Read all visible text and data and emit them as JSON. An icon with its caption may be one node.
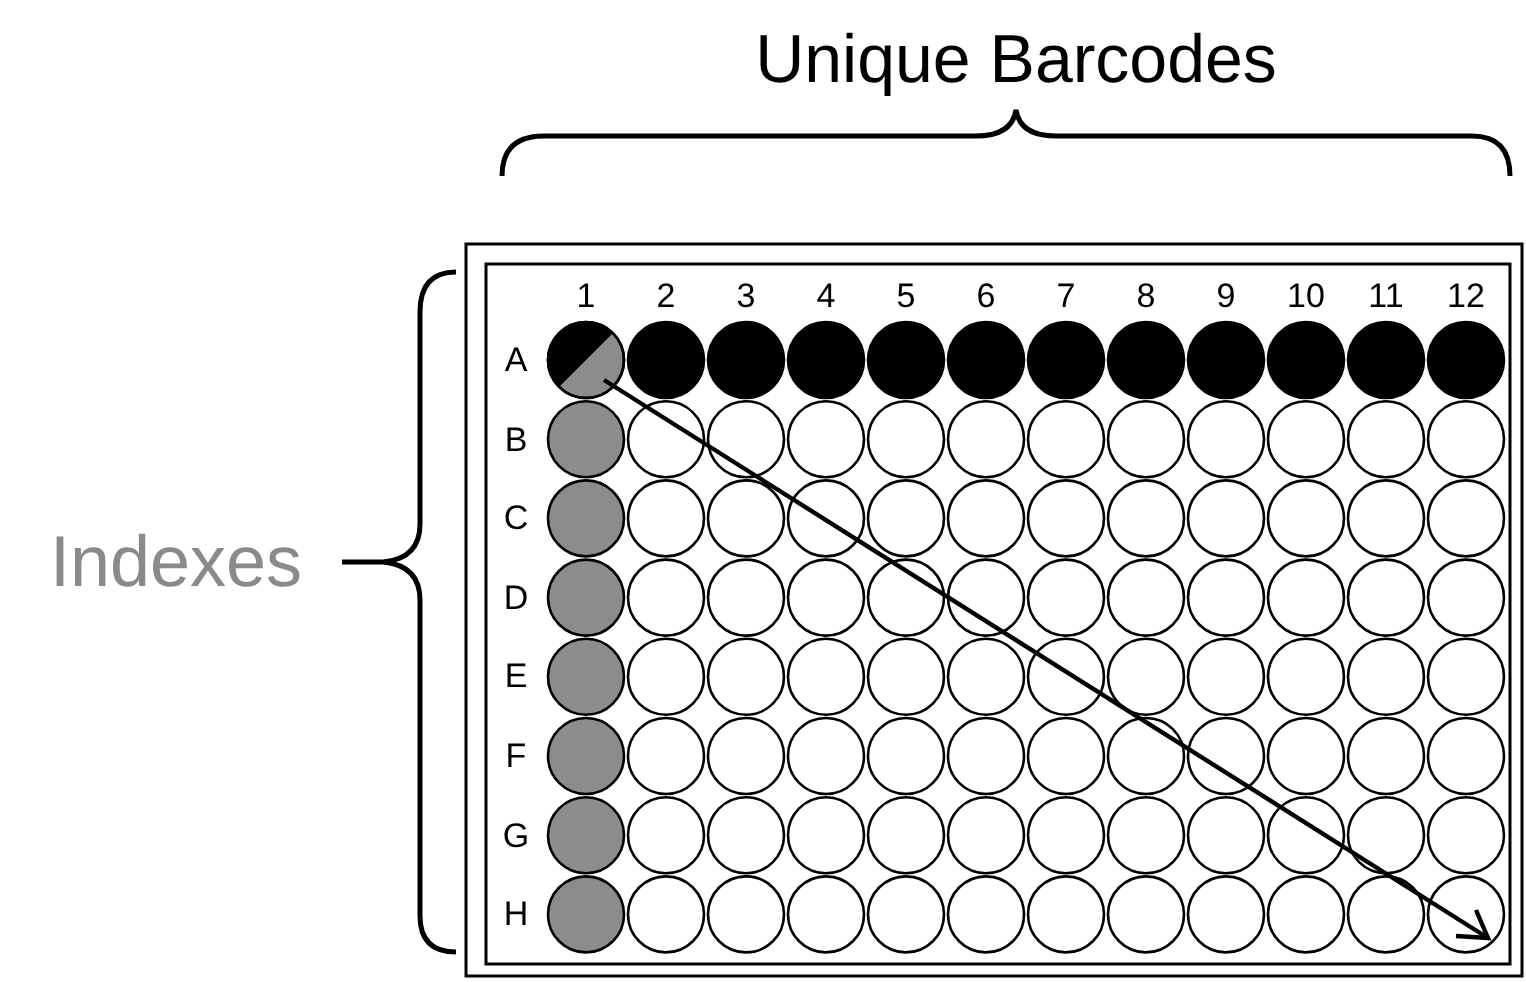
{
  "diagram": {
    "labels": [
      "Unique Barcodes",
      "1",
      "2",
      "3",
      "4",
      "5",
      "6",
      "7",
      "8",
      "9",
      "10",
      "11",
      "12",
      "Indexes",
      "A",
      "B",
      "C",
      "D",
      "E",
      "F",
      "G",
      "H"
    ]
  }
}
